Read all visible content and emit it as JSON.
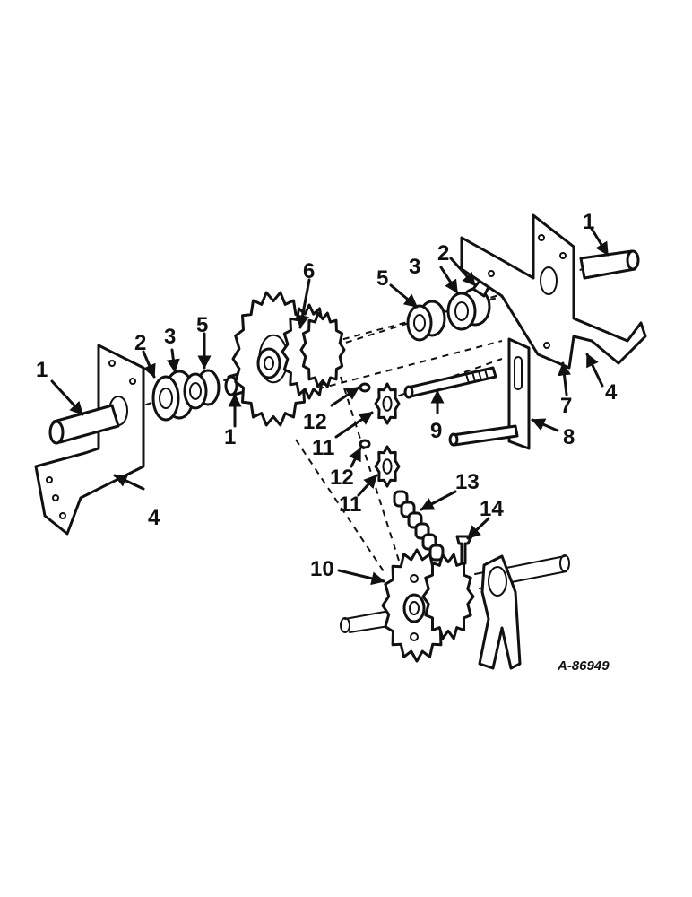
{
  "figure_id": "A-86949",
  "callouts": {
    "c1a": "1",
    "c1b": "1",
    "c1c": "1",
    "c2a": "2",
    "c2b": "2",
    "c3a": "3",
    "c3b": "3",
    "c4a": "4",
    "c4b": "4",
    "c5a": "5",
    "c5b": "5",
    "c6": "6",
    "c7": "7",
    "c8": "8",
    "c9": "9",
    "c10": "10",
    "c11a": "11",
    "c11b": "11",
    "c12a": "12",
    "c12b": "12",
    "c13": "13",
    "c14": "14"
  }
}
